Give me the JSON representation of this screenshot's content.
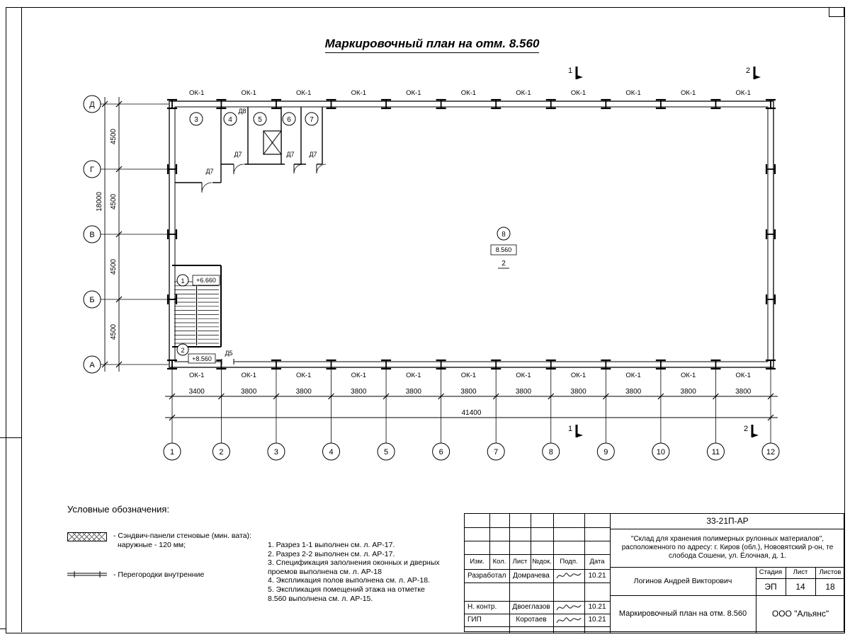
{
  "page": {
    "title": "Маркировочный план на отм. 8.560"
  },
  "plan": {
    "axes_bottom": [
      "1",
      "2",
      "3",
      "4",
      "5",
      "6",
      "7",
      "8",
      "9",
      "10",
      "11",
      "12"
    ],
    "axes_left": [
      "Д",
      "Г",
      "В",
      "Б",
      "А"
    ],
    "bay_dims": [
      "3400",
      "3800",
      "3800",
      "3800",
      "3800",
      "3800",
      "3800",
      "3800",
      "3800",
      "3800",
      "3800"
    ],
    "total_width_dim": "41400",
    "row_dims": [
      "4500",
      "4500",
      "4500",
      "4500"
    ],
    "total_height_dim": "18000",
    "window_mark": "ОК-1",
    "section_marks": [
      "1",
      "2"
    ],
    "room_marks_top": [
      "3",
      "4",
      "5",
      "6",
      "7"
    ],
    "hall_mark": "8",
    "hall_elevation": "8.560",
    "hall_zone": "2",
    "stair_mark_upper": "1",
    "stair_elev_upper": "+6.660",
    "stair_mark_lower": "2",
    "stair_elev_lower": "+8.560",
    "door_marks": {
      "d5": "Д5",
      "d7": "Д7",
      "d8": "Д8"
    }
  },
  "legend": {
    "title": "Условные обозначения:",
    "item1_line1": "- Сэндвич-панели стеновые (мин. вата):",
    "item1_line2": "наружные - 120 мм;",
    "item2": "- Перегородки внутренние"
  },
  "notes": {
    "lines": [
      "1. Разрез 1-1 выполнен см. л. АР-17.",
      "2. Разрез 2-2 выполнен см. л. АР-17.",
      "3. Спецификация заполнения оконных и дверных",
      "проемов выполнена см. л. АР-18",
      "4. Экспликация полов выполнена см. л. АР-18.",
      "5.   Экспликация помещений этажа на отметке",
      "8.560 выполнена см. л. АР-15."
    ]
  },
  "titleblock": {
    "doc_code": "33-21П-АР",
    "project_line1": "\"Склад для хранения полимерных рулонных материалов\",",
    "project_line2": "расположенного по адресу: г. Киров (обл.), Нововятский р-он, те",
    "project_line3": "слобода Сошени, ул. Ёлочная, д. 1.",
    "col_izm": "Изм.",
    "col_kol": "Кол.",
    "col_list": "Лист",
    "col_ndoc": "№док.",
    "col_podp": "Подп.",
    "col_data": "Дата",
    "row1_role": "Разработал",
    "row1_name": "Домрачева",
    "row1_date": "10.21",
    "row2_role": "Н. контр.",
    "row2_name": "Двоеглазов",
    "row2_date": "10.21",
    "row3_role": "ГИП",
    "row3_name": "Коротаев",
    "row3_date": "10.21",
    "approver": "Логинов Андрей Викторович",
    "stage_label": "Стадия",
    "sheet_label": "Лист",
    "sheets_label": "Листов",
    "stage": "ЭП",
    "sheet": "14",
    "sheets": "18",
    "doc_title": "Маркировочный план на отм. 8.560",
    "org": "ООО \"Альянс\""
  }
}
